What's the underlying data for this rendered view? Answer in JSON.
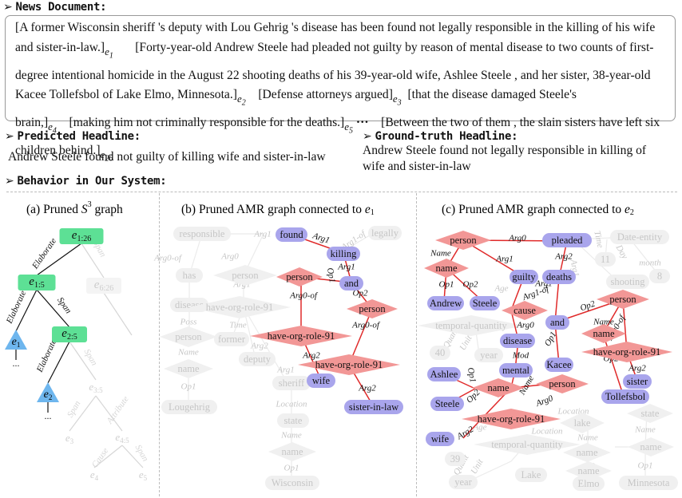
{
  "sections": {
    "news": "News Document:",
    "predicted": "Predicted Headline:",
    "ground": "Ground-truth Headline:",
    "behavior": "Behavior in Our System:"
  },
  "news_segments": [
    {
      "text": "[A former Wisconsin sheriff 's deputy with Lou Gehrig 's disease has been found not legally responsible in the killing of his wife and sister-in-law.]",
      "sub": "1"
    },
    {
      "text": "[Forty-year-old Andrew Steele had pleaded not guilty by reason of mental disease to two counts of first-degree intentional homicide in the August 22 shooting deaths of his 39-year-old wife, Ashlee Steele , and her sister, 38-year-old Kacee Tollefsbol of Lake Elmo, Minnesota.]",
      "sub": "2"
    },
    {
      "text": "[Defense attorneys argued]",
      "sub": "3"
    },
    {
      "text": "[that the disease damaged Steele's brain,]",
      "sub": "4"
    },
    {
      "text": "[making him not criminally responsible for the deaths.]",
      "sub": "5"
    },
    {
      "text": "[Between the two of them , the slain sisters have left six children behind.]",
      "sub": "26"
    }
  ],
  "news_ellipsis": "···",
  "predicted_headline": "Andrew Steele found not guilty of killing wife and sister-in-law",
  "ground_truth_headline": "Andrew Steele found not legally responsible in killing of wife and sister-in-law",
  "panels": {
    "a": {
      "label": "(a) Pruned ",
      "tail": " graph",
      "math": "S",
      "sup": "3"
    },
    "b": {
      "label": "(b) Pruned AMR graph connected to ",
      "math": "e",
      "sub": "1"
    },
    "c": {
      "label": "(c) Pruned AMR graph connected to ",
      "math": "e",
      "sub": "2"
    }
  },
  "colors": {
    "green": "#5de095",
    "blue": "#6eb6ee",
    "purple": "#a9a5ec",
    "salmon": "#f29796",
    "edge": "#e02a2a",
    "ghost": "#e4e4e4",
    "ghost_text": "#c6c6c6"
  },
  "graph_a": {
    "nodes": [
      {
        "id": "e126",
        "kind": "rect",
        "text": "e",
        "sub": "1:26",
        "active": true
      },
      {
        "id": "e15",
        "kind": "rect",
        "text": "e",
        "sub": "1:5",
        "active": true
      },
      {
        "id": "e626",
        "kind": "rect",
        "text": "e",
        "sub": "6:26",
        "active": false
      },
      {
        "id": "e25",
        "kind": "rect",
        "text": "e",
        "sub": "2:5",
        "active": true
      },
      {
        "id": "e1",
        "kind": "tri",
        "text": "e",
        "sub": "1",
        "active": true
      },
      {
        "id": "e2",
        "kind": "tri",
        "text": "e",
        "sub": "2",
        "active": true
      },
      {
        "id": "e35",
        "kind": "plain",
        "text": "e",
        "sub": "3:5",
        "active": false
      },
      {
        "id": "e3",
        "kind": "plain",
        "text": "e",
        "sub": "3",
        "active": false
      },
      {
        "id": "e45",
        "kind": "plain",
        "text": "e",
        "sub": "4:5",
        "active": false
      },
      {
        "id": "e4",
        "kind": "plain",
        "text": "e",
        "sub": "4",
        "active": false
      },
      {
        "id": "e5",
        "kind": "plain",
        "text": "e",
        "sub": "5",
        "active": false
      }
    ],
    "edge_labels": [
      "Elaborate",
      "Span",
      "Elaborate",
      "Span",
      "Elaborate",
      "Elaborate",
      "Span",
      "Span",
      "Attribute",
      "Span",
      "Cause",
      "Span"
    ],
    "dots": "..."
  },
  "graph_b": {
    "active_nodes": [
      "found",
      "killing",
      "and",
      "person",
      "person",
      "have-org-role-91",
      "have-org-role-91",
      "wife",
      "sister-in-law"
    ],
    "active_edges": [
      "Arg1",
      "Arg1",
      "Op1",
      "Op2",
      "Arg0-of",
      "Arg0-of",
      "Arg2",
      "Arg2"
    ],
    "ghost_nodes": [
      "responsible",
      "legally",
      "has",
      "person",
      "disease",
      "have-org-role-91",
      "person",
      "former",
      "deputy",
      "name",
      "sheriff",
      "Lougehrig",
      "state",
      "name",
      "Wisconsin"
    ],
    "ghost_edges": [
      "Arg1",
      "Arg1-of",
      "Arg0",
      "Arg0-of",
      "Arg1",
      "Poss",
      "Time",
      "Arg2",
      "Arg1",
      "Name",
      "Op1",
      "Location",
      "Name",
      "Op1"
    ]
  },
  "graph_c": {
    "active_nodes": [
      "person",
      "pleaded",
      "name",
      "guilty",
      "deaths",
      "Andrew",
      "Steele",
      "cause",
      "person",
      "and",
      "disease",
      "name",
      "Kacee",
      "have-org-role-91",
      "Ashlee",
      "mental",
      "name",
      "person",
      "sister",
      "Steele",
      "Tollefsbol",
      "have-org-role-91",
      "wife"
    ],
    "active_edges": [
      "Arg0",
      "Arg1",
      "Arg2",
      "Name",
      "Op1",
      "Op2",
      "Arg1",
      "Arg1-of",
      "Arg0",
      "Op2",
      "Op1",
      "Name",
      "Arg0-of",
      "Arg2",
      "Op1",
      "Op2",
      "Mod",
      "Name",
      "Op2",
      "Arg0",
      "Arg2"
    ],
    "ghost_nodes": [
      "Date-entity",
      "11",
      "8",
      "shooting",
      "temporal-quantity",
      "40",
      "year",
      "lake",
      "state",
      "name",
      "name",
      "temporal-quantity",
      "39",
      "year",
      "Lake",
      "name",
      "Elmo",
      "Minnesota"
    ],
    "ghost_edges": [
      "Time",
      "Day",
      "month",
      "Arg1",
      "Age",
      "Quant",
      "Unit",
      "Location",
      "Name",
      "Name",
      "Op1",
      "Op1",
      "Age",
      "Quant",
      "Unit",
      "Location",
      "Op2",
      "Op1"
    ]
  }
}
